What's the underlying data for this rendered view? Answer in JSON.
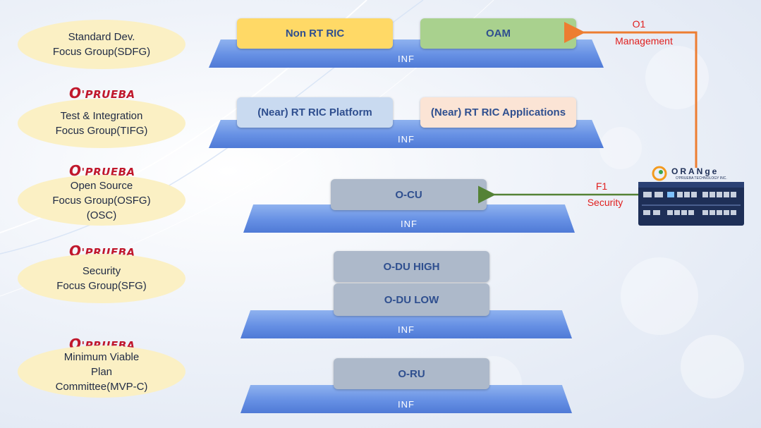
{
  "groups": [
    {
      "lines": [
        "Standard Dev.",
        "Focus Group(SDFG)"
      ],
      "brand": ""
    },
    {
      "lines": [
        "Test & Integration",
        "Focus Group(TIFG)"
      ],
      "brand": "O'PRUEBA"
    },
    {
      "lines": [
        "Open Source",
        "Focus Group(OSFG)",
        "(OSC)"
      ],
      "brand": "O'PRUEBA"
    },
    {
      "lines": [
        "Security",
        "Focus Group(SFG)"
      ],
      "brand": "O'PRUEBA"
    },
    {
      "lines": [
        "Minimum Viable",
        "Plan",
        "Committee(MVP-C)"
      ],
      "brand": "O'PRUEBA"
    }
  ],
  "brand_o": "O",
  "brand_rest": "'PRUEBA",
  "inf_label": "INF",
  "components": {
    "non_rt_ric": "Non RT RIC",
    "oam": "OAM",
    "near_rt_ric_platform": "(Near) RT RIC Platform",
    "near_rt_ric_apps": "(Near) RT RIC Applications",
    "o_cu": "O-CU",
    "o_du_high": "O-DU HIGH",
    "o_du_low": "O-DU LOW",
    "o_ru": "O-RU"
  },
  "connections": {
    "o1": {
      "name": "O1",
      "desc": "Management",
      "color": "#ed7d31"
    },
    "f1": {
      "name": "F1",
      "desc": "Security",
      "color": "#548235"
    }
  },
  "device": {
    "brand": "ORANge",
    "subtitle": "O'PRUEBA TECHNOLOGY INC."
  },
  "colors": {
    "non_rt_ric": "#ffd966",
    "oam": "#a9d18e",
    "near_rt_platform": "#c9daf0",
    "near_rt_apps": "#fbe4d5",
    "node_gray": "#adb9ca",
    "text_blue": "#2f4f8f"
  }
}
